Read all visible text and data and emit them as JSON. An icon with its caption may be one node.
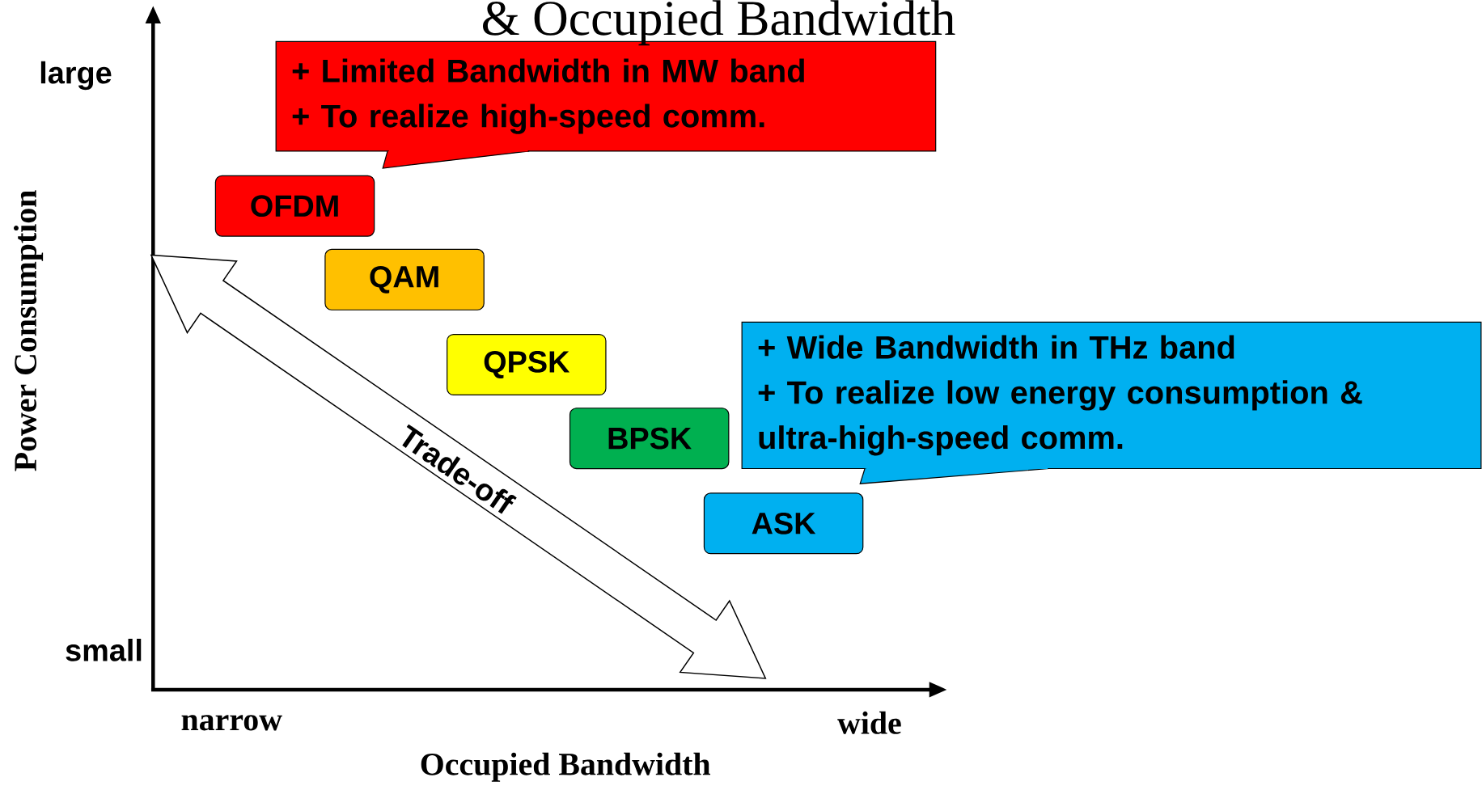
{
  "diagram": {
    "title": "& Occupied Bandwidth",
    "nodes": [
      {
        "text": [
          "+ Limited  Bandwidth in MW band",
          "+ To realize high-speed comm."
        ]
      },
      {
        "text": [
          "OFDM"
        ]
      },
      {
        "text": [
          "QAM"
        ]
      },
      {
        "text": [
          "QPSK"
        ]
      },
      {
        "text": [
          "BPSK"
        ]
      },
      {
        "text": [
          "ASK"
        ]
      },
      {
        "text": [
          "+ Wide Bandwidth in THz band",
          "+ To realize low energy consumption & ultra-high-speed comm."
        ]
      }
    ],
    "labels": [
      "large",
      "small",
      "Power Consumption",
      "narrow",
      "wide",
      "Occupied Bandwidth",
      "Trade-off"
    ]
  }
}
